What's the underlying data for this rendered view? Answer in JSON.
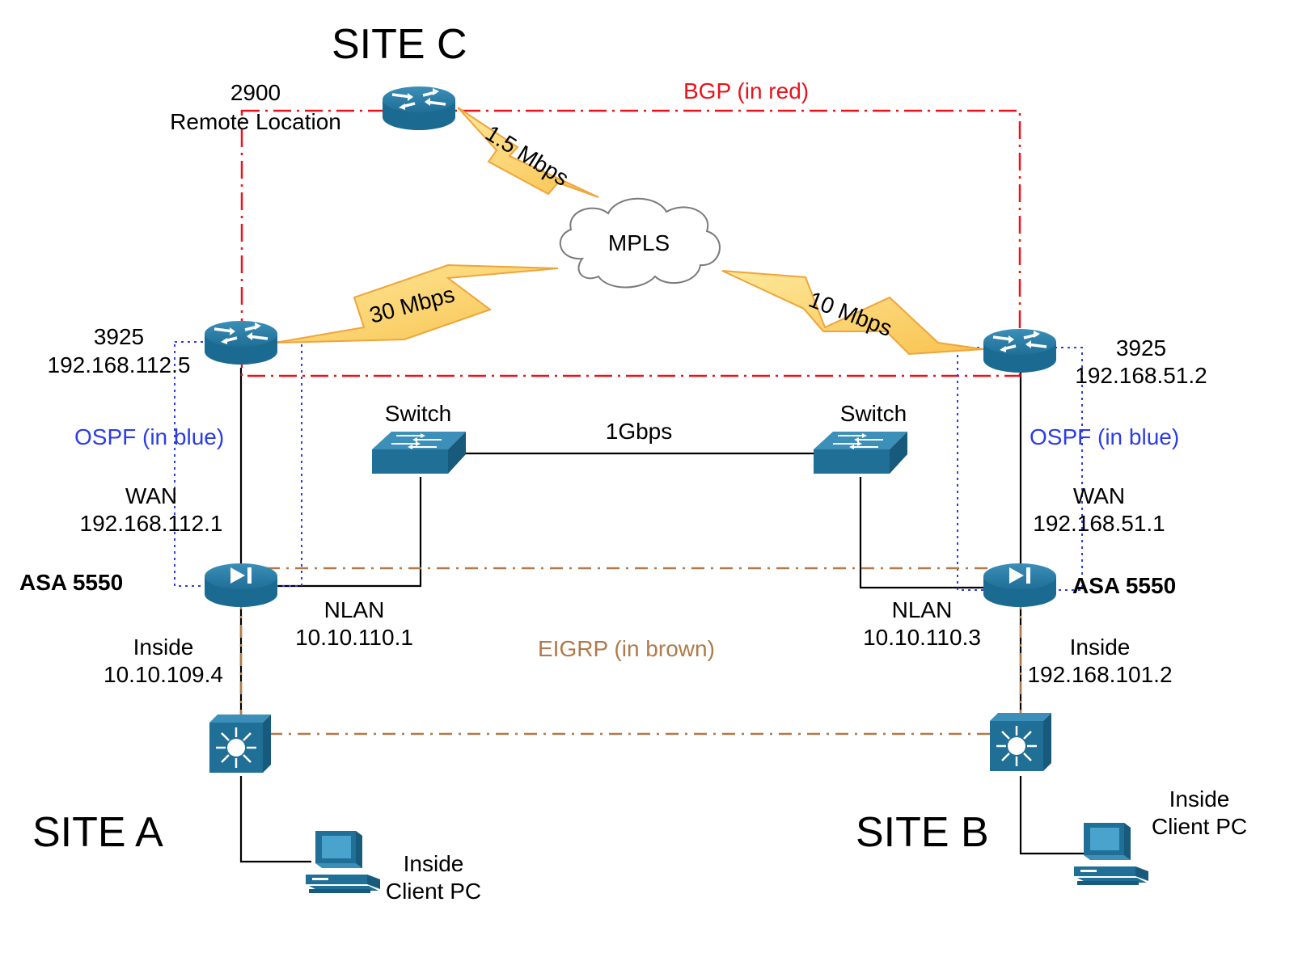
{
  "sites": {
    "a": "SITE A",
    "b": "SITE B",
    "c": "SITE C"
  },
  "legend": {
    "bgp": "BGP (in red)",
    "ospf": "OSPF (in blue)",
    "eigrp": "EIGRP (in brown)"
  },
  "colors": {
    "bgp": "#e8141c",
    "ospf": "#2b3ce8",
    "eigrp": "#b07a4a",
    "device": "#1f6f97",
    "bolt": "#fbd36b",
    "bolt_stroke": "#f0a43a"
  },
  "devices": {
    "router_c": {
      "line1": "2900",
      "line2": "Remote Location",
      "icon": "router-icon"
    },
    "router_a": {
      "line1": "3925",
      "line2": "192.168.112.5",
      "icon": "router-icon"
    },
    "router_b": {
      "line1": "3925",
      "line2": "192.168.51.2",
      "icon": "router-icon"
    },
    "mpls": {
      "label": "MPLS",
      "icon": "cloud-icon"
    },
    "switch_a": {
      "label": "Switch",
      "icon": "switch-icon"
    },
    "switch_b": {
      "label": "Switch",
      "icon": "switch-icon"
    },
    "asa_a": {
      "label": "ASA 5550",
      "icon": "firewall-icon"
    },
    "asa_b": {
      "label": "ASA 5550",
      "icon": "firewall-icon"
    },
    "l3switch_a": {
      "icon": "layer3-switch-icon"
    },
    "l3switch_b": {
      "icon": "layer3-switch-icon"
    },
    "pc_a": {
      "line1": "Inside",
      "line2": "Client PC",
      "icon": "computer-icon"
    },
    "pc_b": {
      "line1": "Inside",
      "line2": "Client PC",
      "icon": "computer-icon"
    }
  },
  "links": {
    "c_mpls": "1.5 Mbps",
    "a_mpls": "30 Mbps",
    "b_mpls": "10 Mbps",
    "switches": "1Gbps"
  },
  "interfaces": {
    "wan_a": {
      "line1": "WAN",
      "line2": "192.168.112.1"
    },
    "wan_b": {
      "line1": "WAN",
      "line2": "192.168.51.1"
    },
    "nlan_a": {
      "line1": "NLAN",
      "line2": "10.10.110.1"
    },
    "nlan_b": {
      "line1": "NLAN",
      "line2": "10.10.110.3"
    },
    "inside_a": {
      "line1": "Inside",
      "line2": "10.10.109.4"
    },
    "inside_b": {
      "line1": "Inside",
      "line2": "192.168.101.2"
    }
  }
}
